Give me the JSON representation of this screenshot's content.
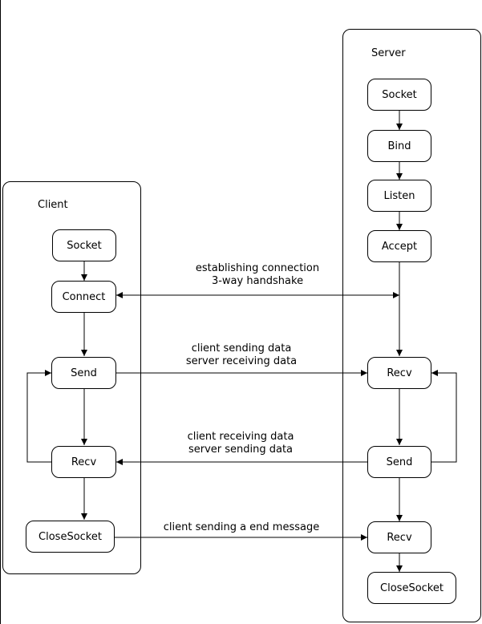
{
  "client": {
    "title": "Client",
    "socket": "Socket",
    "connect": "Connect",
    "send": "Send",
    "recv": "Recv",
    "closesocket": "CloseSocket"
  },
  "server": {
    "title": "Server",
    "socket": "Socket",
    "bind": "Bind",
    "listen": "Listen",
    "accept": "Accept",
    "recv": "Recv",
    "send": "Send",
    "recv_end": "Recv",
    "closesocket": "CloseSocket"
  },
  "messages": {
    "handshake_line1": "establishing connection",
    "handshake_line2": "3-way handshake",
    "send_line1": "client sending data",
    "send_line2": "server receiving data",
    "recv_line1": "client receiving data",
    "recv_line2": "server sending data",
    "close_line1": "client sending a end message"
  }
}
